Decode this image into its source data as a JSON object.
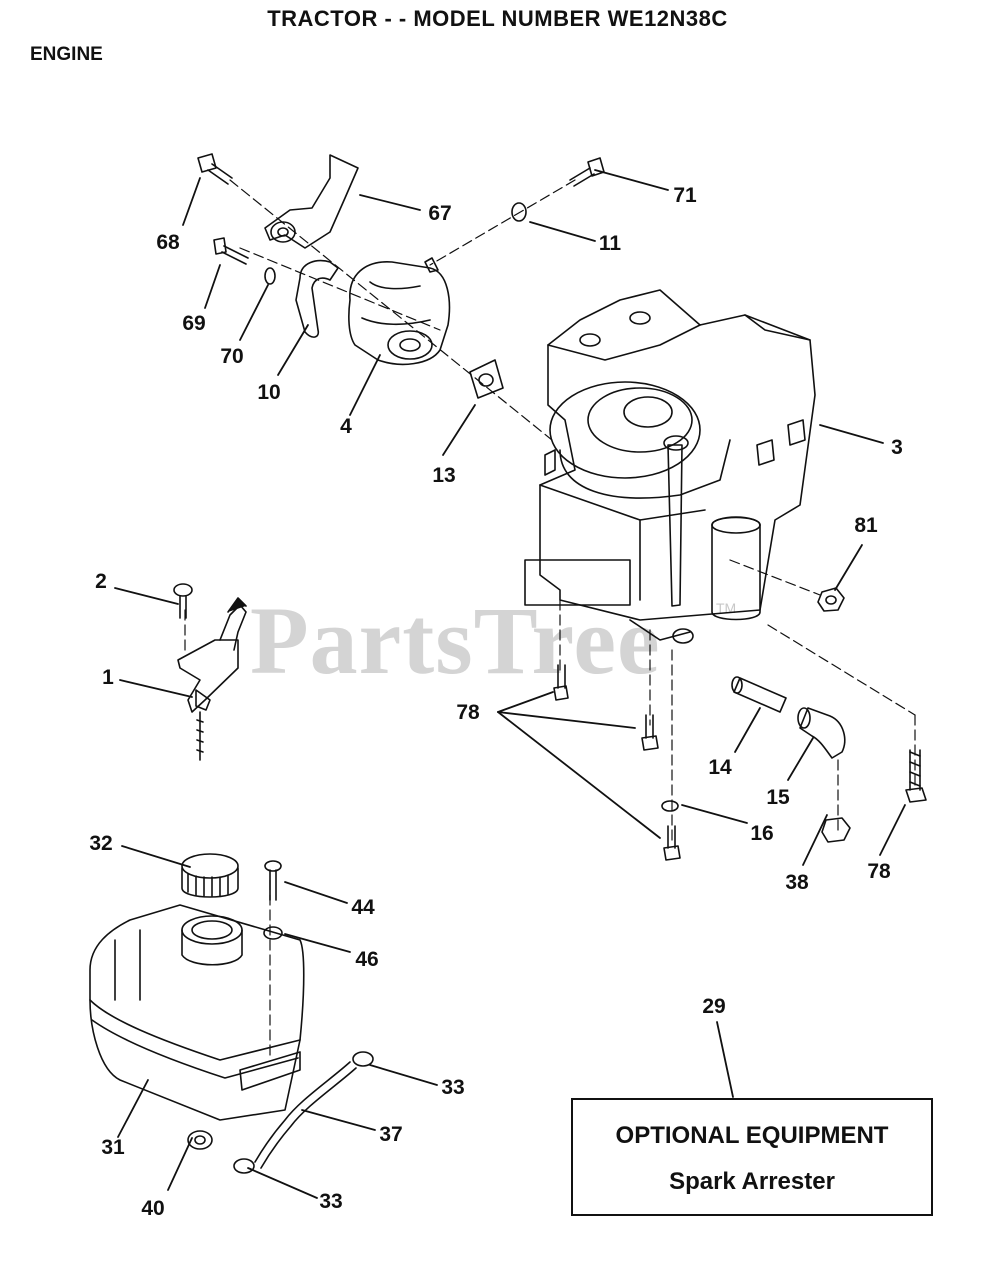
{
  "header": {
    "title": "TRACTOR - - MODEL NUMBER WE12N38C",
    "section": "ENGINE"
  },
  "watermark": {
    "text": "PartsTree",
    "tm": "TM"
  },
  "callouts": {
    "c67": "67",
    "c71": "71",
    "c68": "68",
    "c11": "11",
    "c69": "69",
    "c70": "70",
    "c10": "10",
    "c4": "4",
    "c13": "13",
    "c3": "3",
    "c81": "81",
    "c2": "2",
    "c1": "1",
    "c78a": "78",
    "c14": "14",
    "c15": "15",
    "c16": "16",
    "c38": "38",
    "c78b": "78",
    "c32": "32",
    "c44": "44",
    "c46": "46",
    "c29": "29",
    "c33a": "33",
    "c37": "37",
    "c31": "31",
    "c40": "40",
    "c33b": "33"
  },
  "optional_equipment": {
    "title": "OPTIONAL EQUIPMENT",
    "item": "Spark Arrester"
  }
}
